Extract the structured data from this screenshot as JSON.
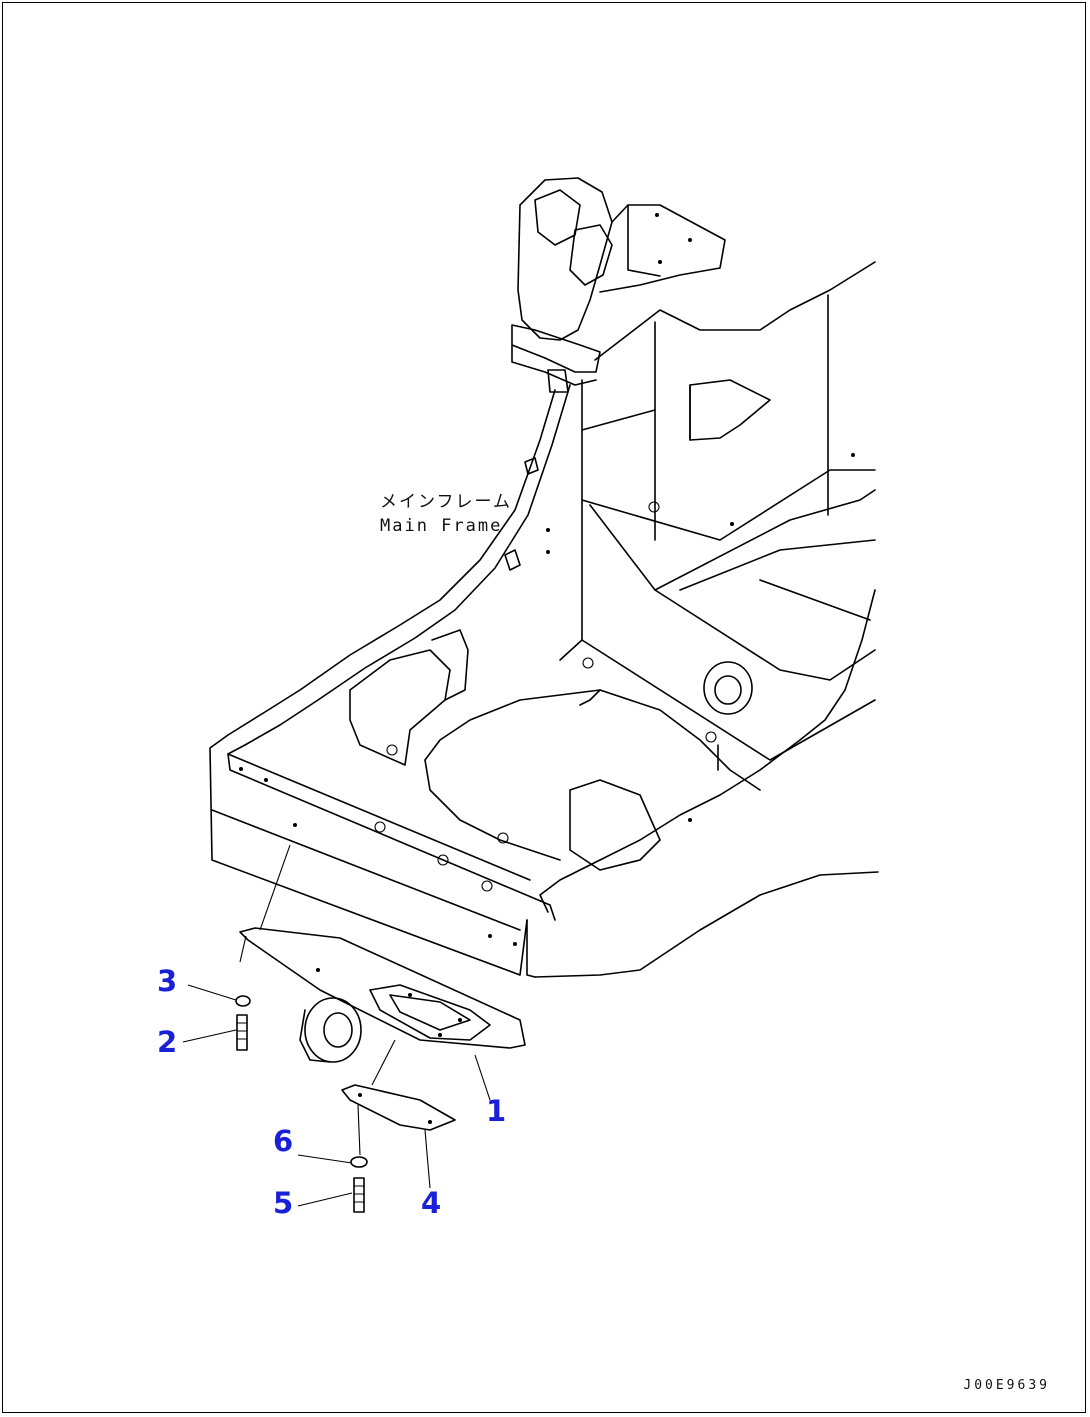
{
  "frame_label": {
    "jp": "メインフレーム",
    "en": "Main Frame"
  },
  "callouts": [
    {
      "id": "1",
      "label": "1"
    },
    {
      "id": "2",
      "label": "2"
    },
    {
      "id": "3",
      "label": "3"
    },
    {
      "id": "4",
      "label": "4"
    },
    {
      "id": "5",
      "label": "5"
    },
    {
      "id": "6",
      "label": "6"
    }
  ],
  "drawing_code": "J00E9639",
  "colors": {
    "callout_text": "#1a20d8",
    "line_art": "#000000",
    "background": "#ffffff"
  }
}
